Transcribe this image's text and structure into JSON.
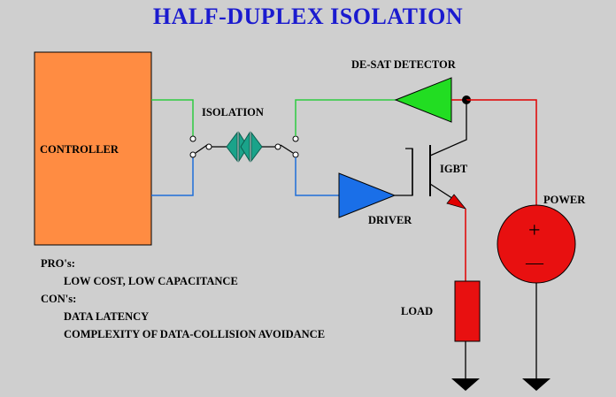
{
  "title": "HALF-DUPLEX ISOLATION",
  "labels": {
    "controller": "CONTROLLER",
    "isolation": "ISOLATION",
    "desat_detector": "DE-SAT DETECTOR",
    "igbt": "IGBT",
    "driver": "DRIVER",
    "power": "POWER",
    "load": "LOAD",
    "power_plus": "+",
    "power_minus": "—"
  },
  "notes": {
    "pro_heading": "PRO's:",
    "pro_items": [
      "LOW COST, LOW CAPACITANCE"
    ],
    "con_heading": "CON's:",
    "con_items": [
      "DATA LATENCY",
      "COMPLEXITY OF DATA-COLLISION AVOIDANCE"
    ]
  },
  "colors": {
    "background": "#cfcfcf",
    "title": "#1b1bcf",
    "controller_fill": "#ff8c42",
    "green_wire": "#2ecc40",
    "blue_wire": "#1f6fd8",
    "red_wire": "#e00000",
    "desat_fill": "#22dd22",
    "driver_fill": "#1a6fe8",
    "isolator_fill": "#1aa38a",
    "power_fill": "#e81010",
    "load_fill": "#e81010"
  }
}
